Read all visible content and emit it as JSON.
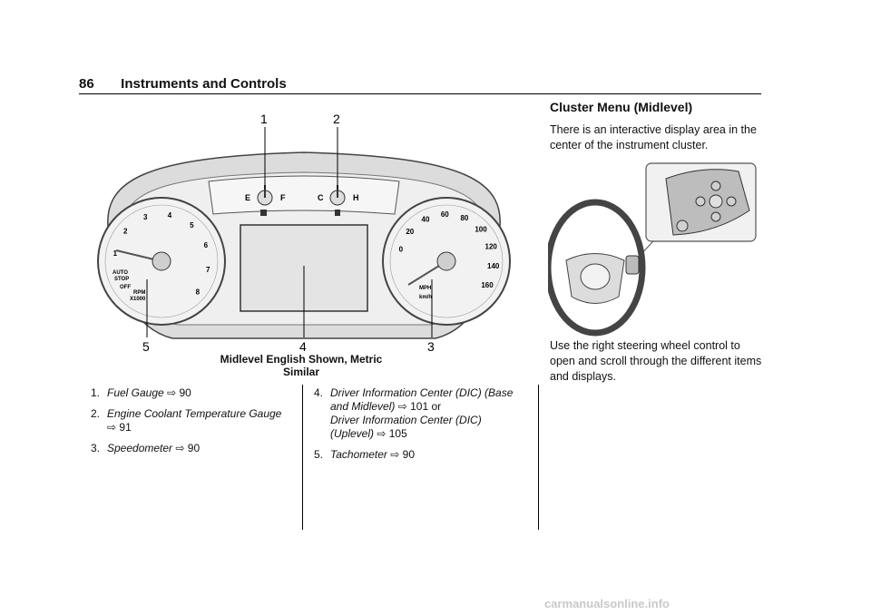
{
  "header": {
    "page_number": "86",
    "section_title": "Instruments and Controls"
  },
  "figure": {
    "callouts": [
      "1",
      "2",
      "3",
      "4",
      "5"
    ],
    "caption": "Midlevel English Shown, Metric Similar",
    "tach_labels": [
      "1",
      "2",
      "3",
      "4",
      "5",
      "6",
      "7",
      "8"
    ],
    "tach_text": [
      "AUTO",
      "STOP",
      "OFF",
      "RPM",
      "X1000"
    ],
    "speed_labels": [
      "0",
      "20",
      "40",
      "60",
      "80",
      "100",
      "120",
      "140",
      "160"
    ],
    "speed_units": [
      "MPH",
      "km/h"
    ],
    "fuel_labels": [
      "E",
      "F"
    ],
    "temp_labels": [
      "C",
      "H"
    ]
  },
  "list_left": [
    {
      "num": "1.",
      "text": "Fuel Gauge",
      "ref": "⇨ 90"
    },
    {
      "num": "2.",
      "text": "Engine Coolant Temperature Gauge",
      "ref": "⇨ 91"
    },
    {
      "num": "3.",
      "text": "Speedometer",
      "ref": "⇨ 90"
    }
  ],
  "list_right": [
    {
      "num": "4.",
      "text": "Driver Information Center (DIC) (Base and Midlevel)",
      "ref": "⇨ 101",
      "suffix": "or",
      "text2": "Driver Information Center (DIC) (Uplevel)",
      "ref2": "⇨ 105"
    },
    {
      "num": "5.",
      "text": "Tachometer",
      "ref": "⇨ 90"
    }
  ],
  "right_column": {
    "title": "Cluster Menu (Midlevel)",
    "intro": "There is an interactive display area in the center of the instrument cluster.",
    "body": "Use the right steering wheel control to open and scroll through the different items and displays."
  },
  "watermark": "carmanualsonline.info"
}
